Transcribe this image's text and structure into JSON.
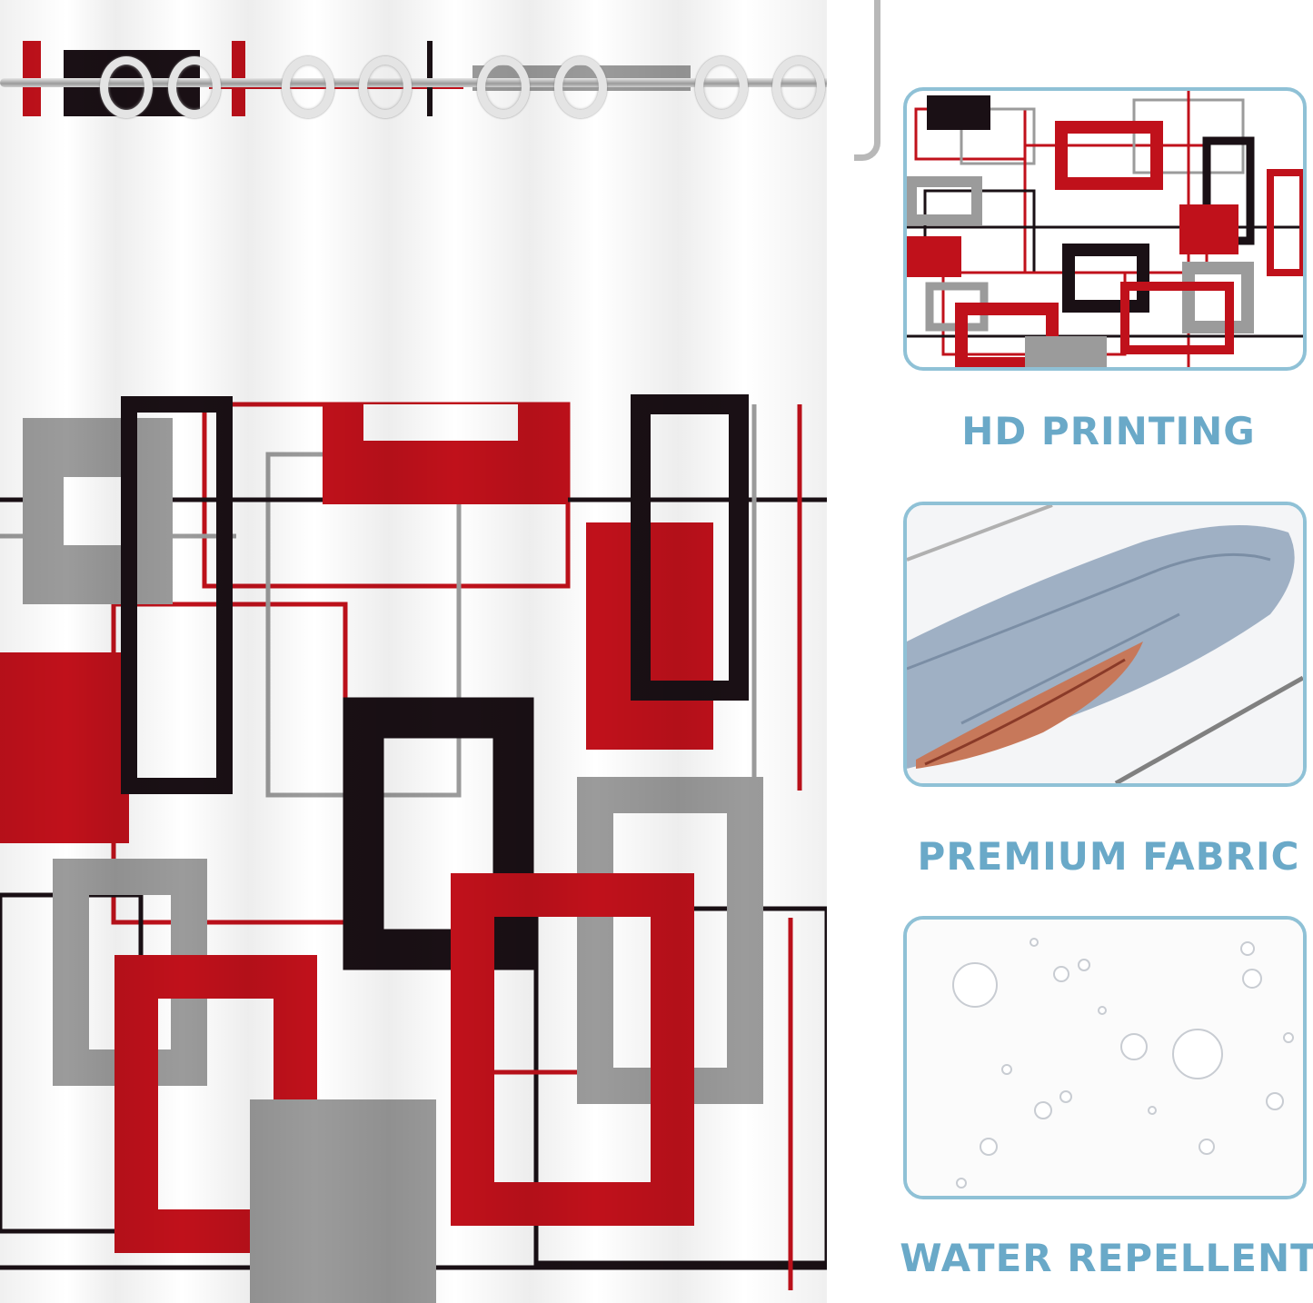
{
  "colors": {
    "accent_blue": "#6aa9c8",
    "panel_border": "#8fc1d6",
    "red": "#c0111b",
    "gray": "#9b9b9b",
    "black": "#1a1015"
  },
  "features": [
    {
      "label": "HD PRINTING",
      "icon": "pattern-closeup"
    },
    {
      "label": "PREMIUM FABRIC",
      "icon": "rolled-fabric"
    },
    {
      "label": "WATER REPELLENT",
      "icon": "water-droplets"
    }
  ]
}
